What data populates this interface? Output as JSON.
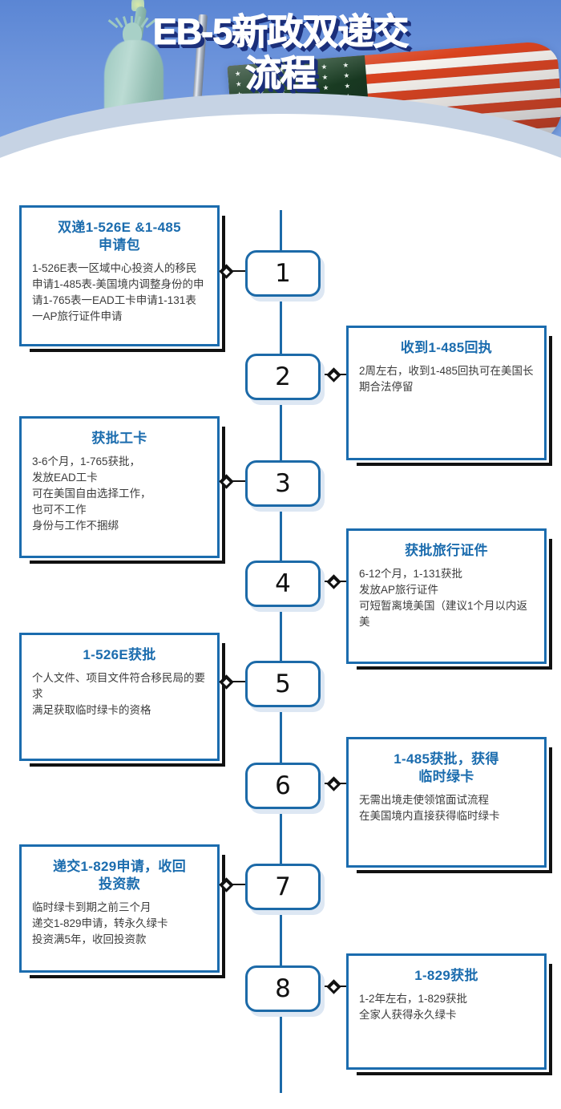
{
  "header": {
    "title_line1": "EB-5新政双递交",
    "title_line2": "流程",
    "imagery": [
      "statue-of-liberty",
      "us-flag"
    ]
  },
  "colors": {
    "accent_blue": "#1b6cae",
    "timeline_blue": "#1c6aa8",
    "title_shadow": "#1b2f7a",
    "sky": "#6e95dc",
    "band": "#c6d3e4",
    "body_text": "#3c3c3c"
  },
  "steps": [
    {
      "number": "1",
      "side": "left",
      "title": "双递1-526E &1-485\n申请包",
      "body": "1-526E表一区域中心投资人的移民申请1-485表-美国境内调整身份的申请1-765表一EAD工卡申请1-131表一AP旅行证件申请"
    },
    {
      "number": "2",
      "side": "right",
      "title": "收到1-485回执",
      "body": "2周左右，收到1-485回执可在美国长期合法停留"
    },
    {
      "number": "3",
      "side": "left",
      "title": "获批工卡",
      "body": "3-6个月，1-765获批，\n发放EAD工卡\n可在美国自由选择工作，\n也可不工作\n身份与工作不捆绑"
    },
    {
      "number": "4",
      "side": "right",
      "title": "获批旅行证件",
      "body": "6-12个月，1-131获批\n发放AP旅行证件\n可短暂离境美国（建议1个月以内返美"
    },
    {
      "number": "5",
      "side": "left",
      "title": "1-526E获批",
      "body": "个人文件、项目文件符合移民局的要求\n满足获取临时绿卡的资格"
    },
    {
      "number": "6",
      "side": "right",
      "title": "1-485获批，获得\n临时绿卡",
      "body": "无需出境走使领馆面试流程\n在美国境内直接获得临时绿卡"
    },
    {
      "number": "7",
      "side": "left",
      "title": "递交1-829申请，收回\n投资款",
      "body": "临时绿卡到期之前三个月\n递交1-829申请，转永久绿卡\n投资满5年，收回投资款"
    },
    {
      "number": "8",
      "side": "right",
      "title": "1-829获批",
      "body": "1-2年左右，1-829获批\n全家人获得永久绿卡"
    }
  ]
}
